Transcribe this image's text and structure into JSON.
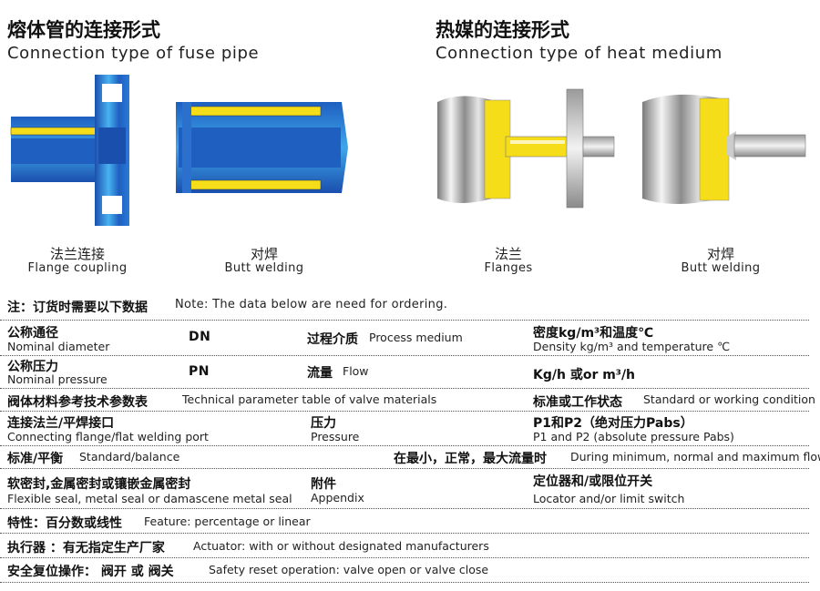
{
  "left_section": {
    "title_cn": "熔体管的连接形式",
    "title_en": "Connection type of fuse pipe",
    "diagrams": [
      {
        "caption_cn": "法兰连接",
        "caption_en": "Flange coupling"
      },
      {
        "caption_cn": "对焊",
        "caption_en": "Butt welding"
      }
    ]
  },
  "right_section": {
    "title_cn": "热媒的连接形式",
    "title_en": "Connection type of heat medium",
    "diagrams": [
      {
        "caption_cn": "法兰",
        "caption_en": "Flanges"
      },
      {
        "caption_cn": "对焊",
        "caption_en": "Butt welding"
      }
    ]
  },
  "note": {
    "cn": "注：订货时需要以下数据",
    "en": "Note: The data below are need for ordering."
  },
  "table": {
    "r1": {
      "c1_cn": "公称通径",
      "c1_en": "Nominal diameter",
      "c1_code": "DN",
      "c2_cn": "过程介质",
      "c2_en": "Process medium",
      "c3_cn": "密度kg/m³和温度℃",
      "c3_en": "Density kg/m³ and temperature ℃"
    },
    "r2": {
      "c1_cn": "公称压力",
      "c1_en": "Nominal pressure",
      "c1_code": "PN",
      "c2_cn": "流量",
      "c2_en": "Flow",
      "c3_cn": "Kg/h 或or  m³/h"
    },
    "r3": {
      "c1_cn": "阀体材料参考技术参数表",
      "c1_en": "Technical parameter table of valve materials",
      "c3_cn": "标准或工作状态",
      "c3_en": "Standard or working condition"
    },
    "r4": {
      "c1_cn": "连接法兰/平焊接口",
      "c1_en": "Connecting flange/flat welding port",
      "c2_cn": "压力",
      "c2_en": "Pressure",
      "c3_cn": "P1和P2（绝对压力Pabs）",
      "c3_en": "P1 and P2 (absolute pressure Pabs)"
    },
    "r5": {
      "c1_cn": "标准/平衡",
      "c1_en": "Standard/balance",
      "c2_cn": "在最小，正常，最大流量时",
      "c2_en": "During minimum, normal and maximum flow"
    },
    "r6": {
      "c1_cn": "软密封,金属密封或镶嵌金属密封",
      "c1_en": "Flexible seal, metal seal or damascene metal seal",
      "c2_cn": "附件",
      "c2_en": "Appendix",
      "c3_cn": "定位器和/或限位开关",
      "c3_en": "Locator and/or limit switch"
    },
    "r7": {
      "cn": "特性：百分数或线性",
      "en": "Feature: percentage or linear"
    },
    "r8": {
      "cn": "执行器 ：有无指定生产厂家",
      "en": "Actuator: with or without designated manufacturers"
    },
    "r9": {
      "cn": "安全复位操作： 阀开 或 阀关",
      "en": "Safety reset operation: valve open or valve close"
    }
  },
  "colors": {
    "blue": "#1e5fc0",
    "blue_light": "#3fa6ea",
    "yellow": "#f5dd1a",
    "steel": "#b8b8b8"
  }
}
